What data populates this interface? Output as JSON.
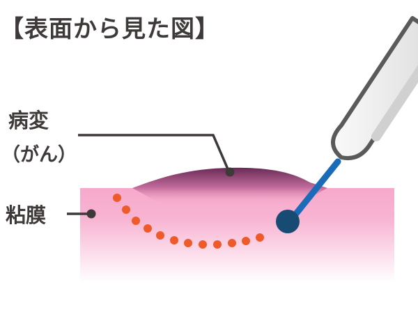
{
  "title": "【表面から見た図】",
  "labels": {
    "lesion_line1": "病変",
    "lesion_line2": "（がん）",
    "mucosa": "粘膜"
  },
  "colors": {
    "mucosa_top": "#f6a0c6",
    "mucosa_bottom": "#ffffff",
    "lesion_top": "#6e2f5a",
    "lesion_bottom": "#f49cc6",
    "marking_dots": "#ee5a2a",
    "leader_line": "#3e3a39",
    "probe_body": "#efefef",
    "probe_outline": "#5a5a5a",
    "probe_tip_shaft": "#1a6bb8",
    "probe_tip_ball": "#174b73"
  },
  "icons": {
    "instrument": "electrosurgical-knife-icon"
  }
}
